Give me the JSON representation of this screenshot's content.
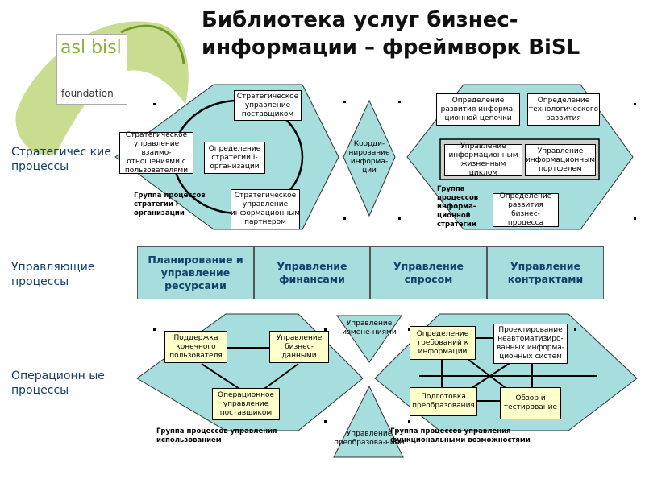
{
  "header": {
    "title_line1": "Библиотека услуг бизнес-",
    "title_line2": "информации – фреймворк BiSL"
  },
  "logo": {
    "part1": "asl",
    "part2": "bisl",
    "sub": "foundation"
  },
  "side_labels": {
    "strategic": "Стратегичес кие процессы",
    "managing": "Управляющие процессы",
    "operational": "Операционн ые процессы"
  },
  "strategic": {
    "left": {
      "supplier_mgmt": "Стратегическое управление поставщиком",
      "user_relations": "Стратегическое управление взаимо-отношениями с пользователями",
      "org_strategy": "Определение стратегии I-организации",
      "partner_mgmt": "Стратегическое управление информационным партнером",
      "group_label": "Группа процессов стратегии I-организации"
    },
    "center": {
      "coordination": "Коорди-нирование информа-ции"
    },
    "right": {
      "chain_dev": "Определение развития информа-ционной цепочки",
      "tech_dev": "Определение технологического развития",
      "lifecycle_mgmt": "Управление информационным жизненным циклом",
      "portfolio_mgmt": "Управление информационным портфелем",
      "business_dev": "Определение развития бизнес-процесса",
      "group_label": "Группа процессов информа-ционной стратегии"
    }
  },
  "managing": {
    "cells": [
      "Планирование и управление ресурсами",
      "Управление финансами",
      "Управление спросом",
      "Управление контрактами"
    ]
  },
  "operational": {
    "left": {
      "end_user_support": "Поддержка конечного пользователя",
      "business_data": "Управление бизнес-данными",
      "supplier_ops": "Операционное управление поставщиком",
      "group_label": "Группа процессов управления использованием"
    },
    "center": {
      "change_mgmt": "Управление измене-ниями",
      "transition_mgmt": "Управление преобразова-нием"
    },
    "right": {
      "requirements": "Определение требований к информации",
      "design_nonauto": "Проектирование неавтоматизиро-ванных информа-ционных систем",
      "preparation": "Подготовка преобразования",
      "review": "Обзор и тестирование",
      "group_label": "Группа процессов управления функциональными возможностями"
    }
  },
  "colors": {
    "shape_fill": "#a6dddd",
    "box_yellow": "#ffffcc",
    "title_blue": "#123f6b",
    "logo_green": "#8ab23c"
  }
}
